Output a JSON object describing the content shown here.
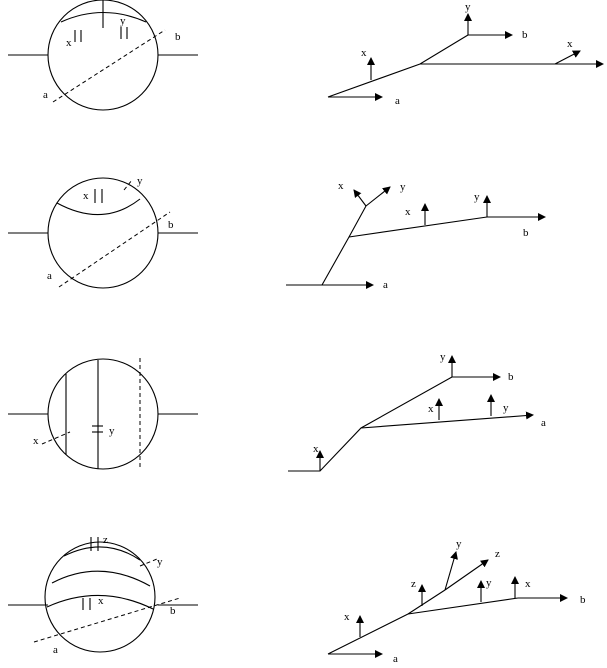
{
  "labels": {
    "x": "x",
    "y": "y",
    "z": "z",
    "a": "a",
    "b": "b"
  }
}
